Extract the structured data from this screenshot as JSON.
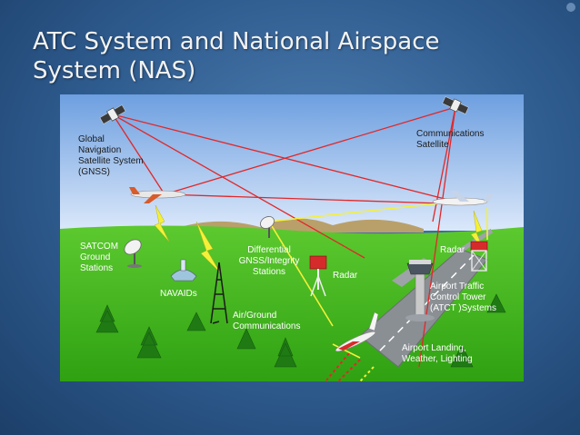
{
  "slide": {
    "title_line1": "ATC System and National Airspace",
    "title_line2": "System (NAS)"
  },
  "diagram": {
    "labels": {
      "gnss": [
        "Global",
        "Navigation",
        "Satellite System",
        "(GNSS)"
      ],
      "comm_satellite": [
        "Communications",
        "Satellite"
      ],
      "satcom": [
        "SATCOM",
        "Ground",
        "Stations"
      ],
      "navaids": "NAVAIDs",
      "differential": [
        "Differential",
        "GNSS/Integrity",
        "Stations"
      ],
      "radar_center": "Radar",
      "radar_right": "Radar",
      "air_ground": [
        "Air/Ground",
        "Communications"
      ],
      "atct": [
        "Airport Traffic",
        "Control Tower",
        "(ATCT )Systems"
      ],
      "airport_landing": [
        "Airport Landing,",
        "Weather, Lighting"
      ]
    },
    "colors": {
      "sky_top": "#6d9fe0",
      "sky_bottom": "#dbe8fa",
      "grass": "#3fb21c",
      "signal_red": "#e0282a",
      "signal_yellow": "#f4f03a"
    }
  }
}
